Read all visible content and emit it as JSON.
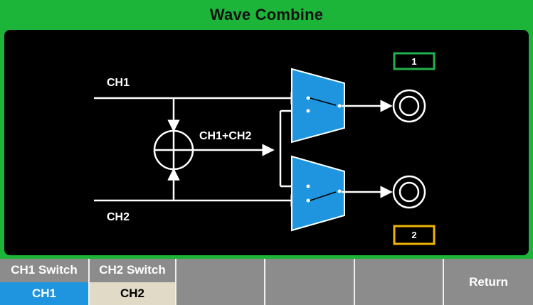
{
  "title": "Wave Combine",
  "diagram": {
    "ch1_label": "CH1",
    "ch2_label": "CH2",
    "sum_label": "CH1+CH2",
    "output1_badge": "1",
    "output2_badge": "2",
    "colors": {
      "switch_fill": "#1e95de",
      "badge1": "#22b14c",
      "badge2": "#f2b400",
      "lines": "#ffffff"
    }
  },
  "softkeys": {
    "ch1_switch": {
      "label": "CH1 Switch",
      "value": "CH1"
    },
    "ch2_switch": {
      "label": "CH2 Switch",
      "value": "CH2"
    },
    "return_label": "Return"
  },
  "colors": {
    "frame": "#1cb53a",
    "softkey_bg": "#8c8c8c",
    "selected_value": "#1e95de",
    "unselected_value": "#e0dac6"
  }
}
